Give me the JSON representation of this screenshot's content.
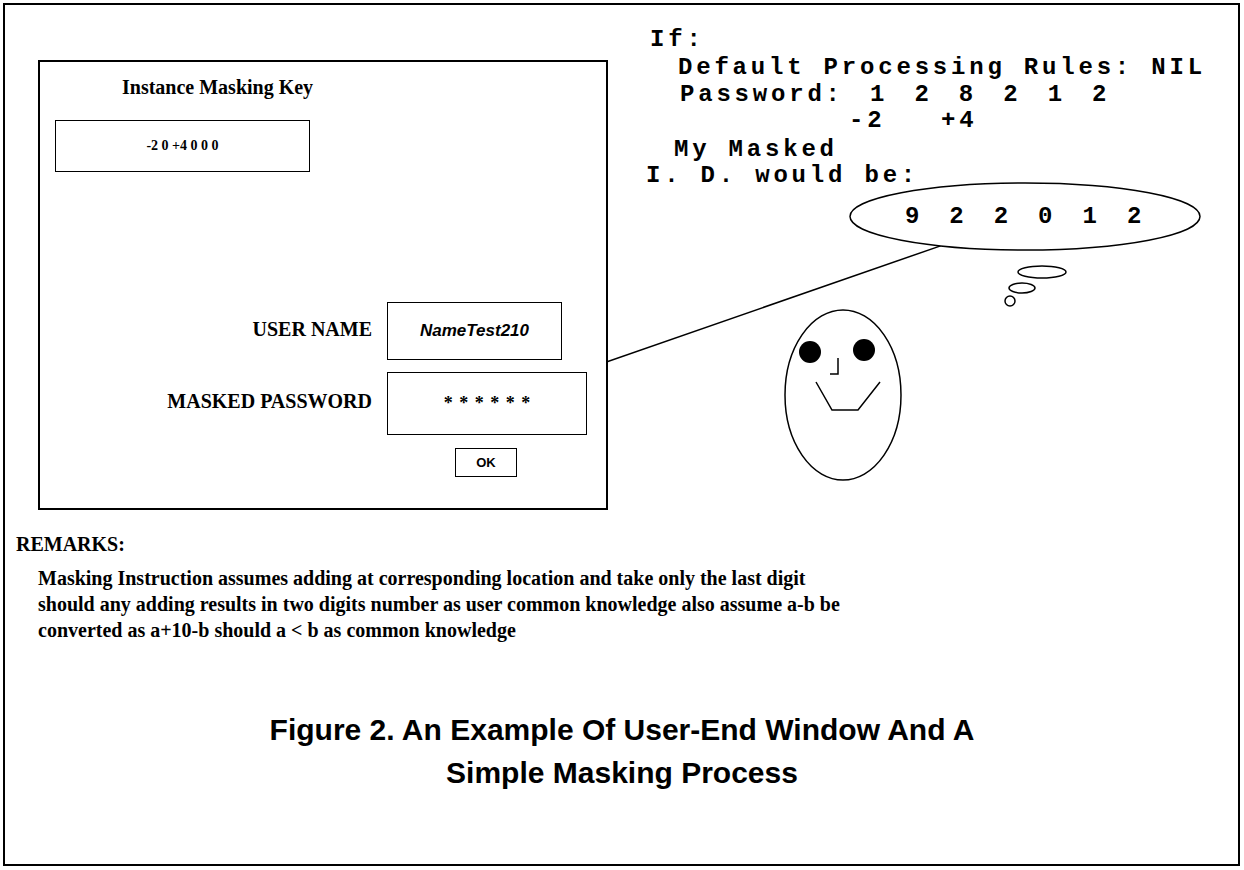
{
  "diagram": {
    "caption": "Figure 2. An Example Of User-End Window And A Simple Masking Process",
    "nodes": [
      {
        "text": [
          "Instance Masking Key"
        ]
      },
      {
        "text": [
          "-2 0 +4 0 0 0"
        ],
        "in": 0
      },
      {
        "text": [
          "NameTest210"
        ],
        "in": 0
      },
      {
        "text": [
          "* * * * * *"
        ],
        "in": 0
      },
      {
        "text": [
          "OK"
        ],
        "in": 0
      },
      {
        "text": [
          "9 2 2 0 1 2"
        ]
      }
    ],
    "edges": [
      {
        "from": 3,
        "to": 5,
        "arrow": "none"
      }
    ],
    "labels": [
      "If:",
      "Default Processing Rules: NIL",
      "Password: 1 2 8 2 1 2",
      "-2",
      "+4",
      "My Masked",
      "I. D. would be:",
      "USER NAME",
      "MASKED PASSWORD",
      "REMARKS:",
      "Masking Instruction assumes adding at corresponding location and take only the last digit should any adding results in two digits number as user common knowledge also assume a-b be converted as a+10-b should a < b as common knowledge"
    ]
  }
}
